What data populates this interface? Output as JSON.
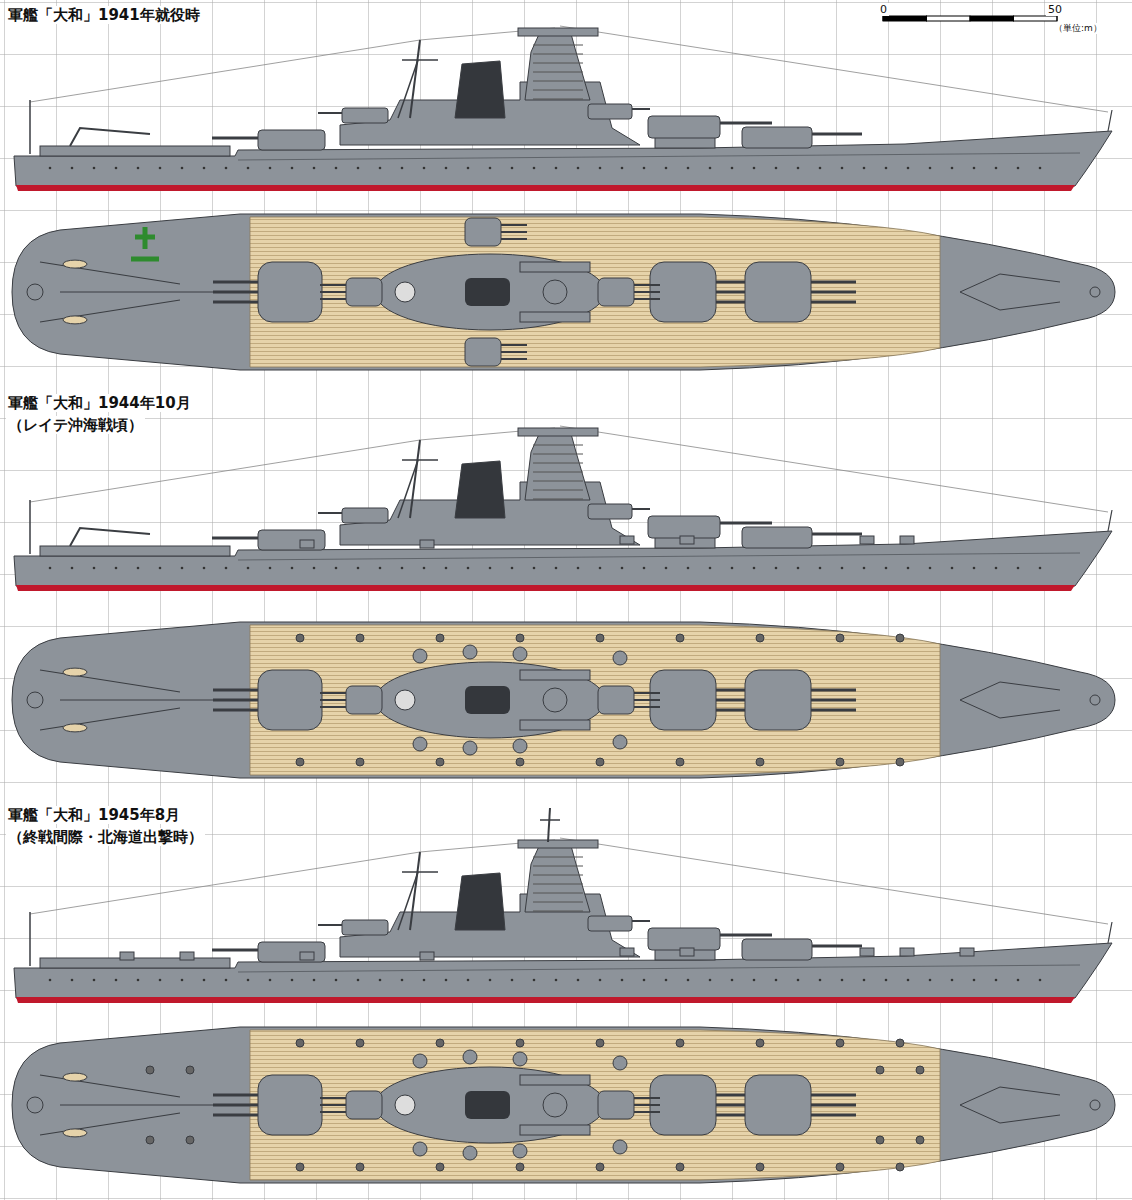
{
  "diagram": {
    "labels": [
      "軍艦「大和」1941年就役時",
      "0",
      "50",
      "（単位:m）",
      "軍艦「大和」1944年10月",
      "（レイテ沖海戦頃）",
      "軍艦「大和」1945年8月",
      "（終戦間際・北海道出撃時）"
    ]
  }
}
